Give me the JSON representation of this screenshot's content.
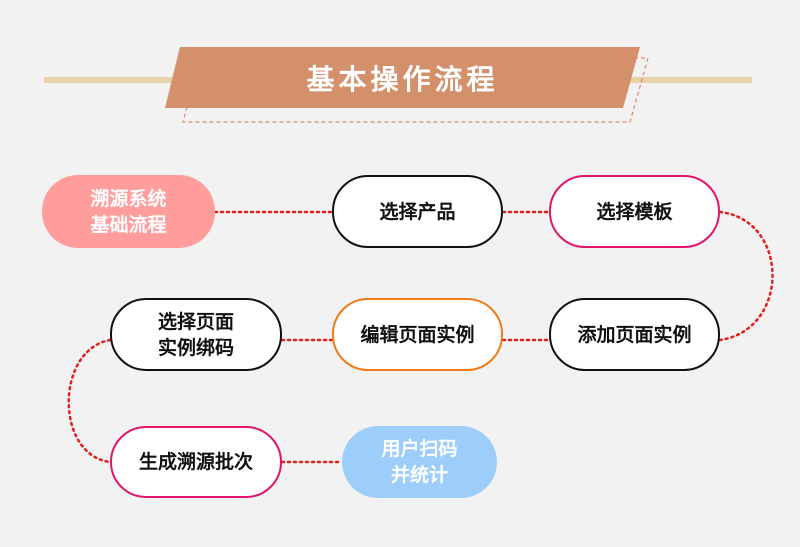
{
  "title": "基本操作流程",
  "colors": {
    "banner": "#d4906b",
    "bar": "#e8d2a8",
    "connector": "#e02020",
    "pink_fill": "#ff9c9c",
    "pink_border": "#e0156b",
    "orange_border": "#f07a18",
    "blue_fill": "#9dcdfb"
  },
  "nodes": [
    {
      "id": "start",
      "lines": [
        "溯源系统",
        "基础流程"
      ]
    },
    {
      "id": "select-product",
      "lines": [
        "选择产品"
      ]
    },
    {
      "id": "select-template",
      "lines": [
        "选择模板"
      ]
    },
    {
      "id": "add-page-instance",
      "lines": [
        "添加页面实例"
      ]
    },
    {
      "id": "edit-page-instance",
      "lines": [
        "编辑页面实例"
      ]
    },
    {
      "id": "bind-code",
      "lines": [
        "选择页面",
        "实例绑码"
      ]
    },
    {
      "id": "generate-batch",
      "lines": [
        "生成溯源批次"
      ]
    },
    {
      "id": "end",
      "lines": [
        "用户扫码",
        "并统计"
      ]
    }
  ]
}
